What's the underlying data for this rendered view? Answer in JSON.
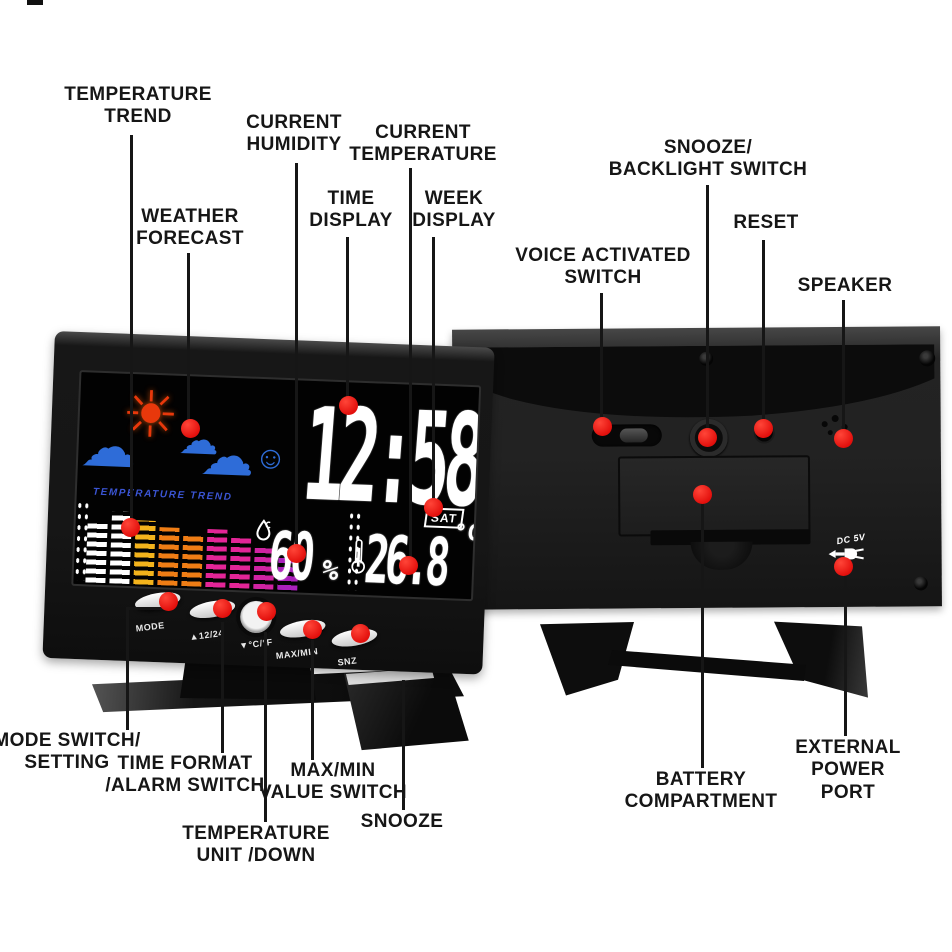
{
  "annotations": {
    "temperature_trend": "TEMPERATURE\nTREND",
    "weather_forecast": "WEATHER\nFORECAST",
    "current_humidity": "CURRENT\nHUMIDITY",
    "time_display": "TIME\nDISPLAY",
    "current_temperature": "CURRENT\nTEMPERATURE",
    "week_display": "WEEK\nDISPLAY",
    "snooze_backlight_switch": "SNOOZE/\nBACKLIGHT SWITCH",
    "reset": "RESET",
    "voice_activated_switch": "VOICE ACTIVATED\nSWITCH",
    "speaker": "SPEAKER",
    "mode_switch_setting": "MODE SWITCH/\nSETTING",
    "time_format_alarm_switch": "TIME FORMAT\n/ALARM SWITCH",
    "temperature_unit_down": "TEMPERATURE\nUNIT /DOWN",
    "max_min_value_switch": "MAX/MIN\nVALUE SWITCH",
    "snooze": "SNOOZE",
    "battery_compartment": "BATTERY\nCOMPARTMENT",
    "external_power_port": "EXTERNAL\nPOWER PORT"
  },
  "front_device": {
    "screen": {
      "trend_title": "TEMPERATURE TREND",
      "time": "12:58",
      "weekday": "SAT",
      "humidity_value": "60",
      "humidity_unit": "%",
      "temperature_value": "26.8",
      "temperature_unit": "°C",
      "glyphs": {
        "sun": "☀",
        "cloud": "☁",
        "smiley": "☺"
      },
      "trend_bars": [
        {
          "color": "#ffffff",
          "height": 60
        },
        {
          "color": "#ffffff",
          "height": 72
        },
        {
          "color": "#f3b31c",
          "height": 64
        },
        {
          "color": "#ef7d15",
          "height": 58
        },
        {
          "color": "#ef7d15",
          "height": 52
        },
        {
          "color": "#e32597",
          "height": 58
        },
        {
          "color": "#e32597",
          "height": 50
        },
        {
          "color": "#cf23a2",
          "height": 44
        },
        {
          "color": "#aa20bb",
          "height": 36
        }
      ]
    },
    "buttons": [
      {
        "label": "MODE"
      },
      {
        "label": "▲12/24"
      },
      {
        "label": "▼°C/°F"
      },
      {
        "label": "MAX/MIN"
      },
      {
        "label": "SNZ"
      }
    ]
  },
  "back_device": {
    "dc_label": "DC 5V"
  },
  "colors": {
    "callout_red": "#e8150f",
    "screen_blue": "#2e6cd8",
    "sun_red": "#e8380b",
    "trend_title_blue": "#3b55d4"
  }
}
